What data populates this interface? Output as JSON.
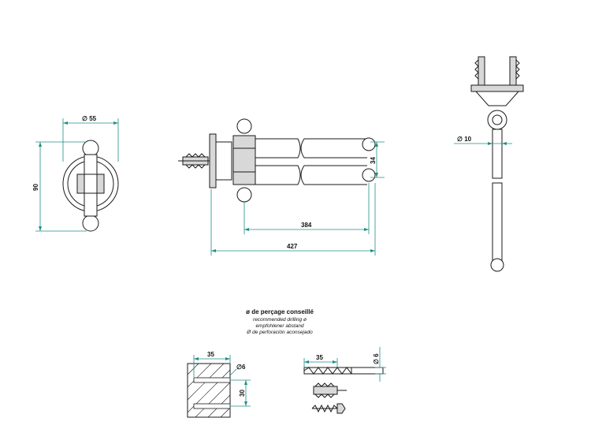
{
  "colors": {
    "dimension": "#1f8f86",
    "outline": "#1a1a1a",
    "background": "#ffffff"
  },
  "dimensions": {
    "front_diameter": "∅ 55",
    "front_height": "90",
    "arm_spacing": "34",
    "arm_length": "384",
    "total_length": "427",
    "rod_diameter": "∅ 10",
    "block_width": "35",
    "block_hole": "∅6",
    "block_height": "30",
    "drill_length": "35",
    "drill_diameter": "∅ 6"
  },
  "drilling_note": {
    "title": "ø de perçage conseillé",
    "lines": [
      "recommended drilling ø",
      "empfohlener abstand",
      "Ø de perforación aconsejado"
    ]
  },
  "icons": [
    "wall-plug-icon",
    "screw-icon",
    "drill-bit-icon"
  ]
}
